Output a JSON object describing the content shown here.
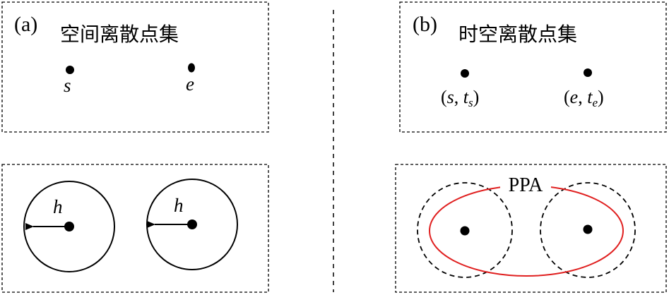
{
  "panel_a": {
    "label": "(a)",
    "title": "空间离散点集",
    "point_s": "s",
    "point_e": "e",
    "radius_label_1": "h",
    "radius_label_2": "h"
  },
  "panel_b": {
    "label": "(b)",
    "title": "时空离散点集",
    "point_s": {
      "open": "(",
      "name": "s",
      "sep": ", ",
      "t": "t",
      "sub": "s",
      "close": ")"
    },
    "point_e": {
      "open": "(",
      "name": "e",
      "sep": ", ",
      "t": "t",
      "sub": "e",
      "close": ")"
    },
    "ellipse_label": "PPA"
  },
  "colors": {
    "stroke": "#000000",
    "ppa_ellipse": "#e02020",
    "background": "#ffffff"
  }
}
